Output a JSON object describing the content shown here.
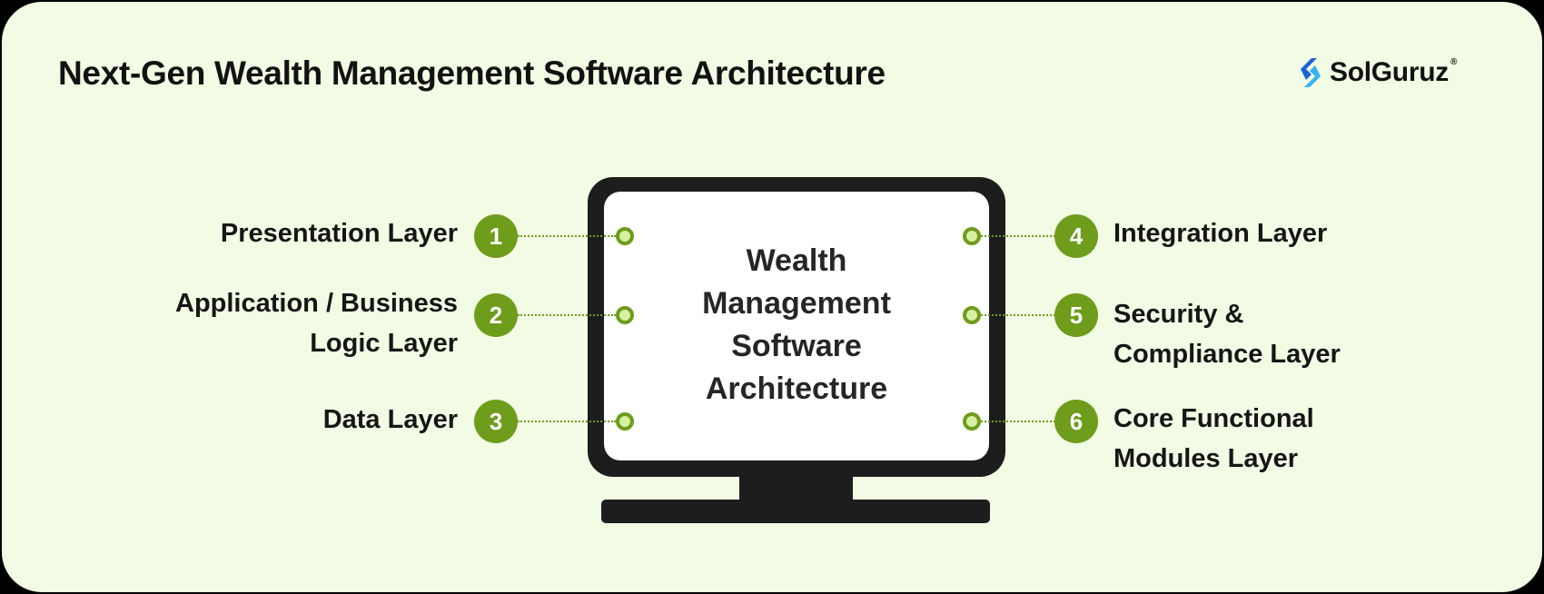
{
  "title": "Next-Gen Wealth Management Software Architecture",
  "logo": {
    "text": "SolGuruz",
    "reg": "®",
    "icon": "solguruz-logo-icon"
  },
  "center": {
    "lines": [
      "Wealth",
      "Management",
      "Software",
      "Architecture"
    ]
  },
  "layers": [
    {
      "number": "1",
      "lines": [
        "Presentation Layer"
      ]
    },
    {
      "number": "2",
      "lines": [
        "Application / Business",
        "Logic Layer"
      ]
    },
    {
      "number": "3",
      "lines": [
        "Data Layer"
      ]
    },
    {
      "number": "4",
      "lines": [
        "Integration Layer"
      ]
    },
    {
      "number": "5",
      "lines": [
        "Security &",
        "Compliance Layer"
      ]
    },
    {
      "number": "6",
      "lines": [
        "Core Functional",
        "Modules Layer"
      ]
    }
  ],
  "colors": {
    "background": "#f2fbe3",
    "accent": "#6e9c1b",
    "dot_fill": "#d6f0a3",
    "monitor": "#1d1d1d",
    "text": "#121212"
  }
}
